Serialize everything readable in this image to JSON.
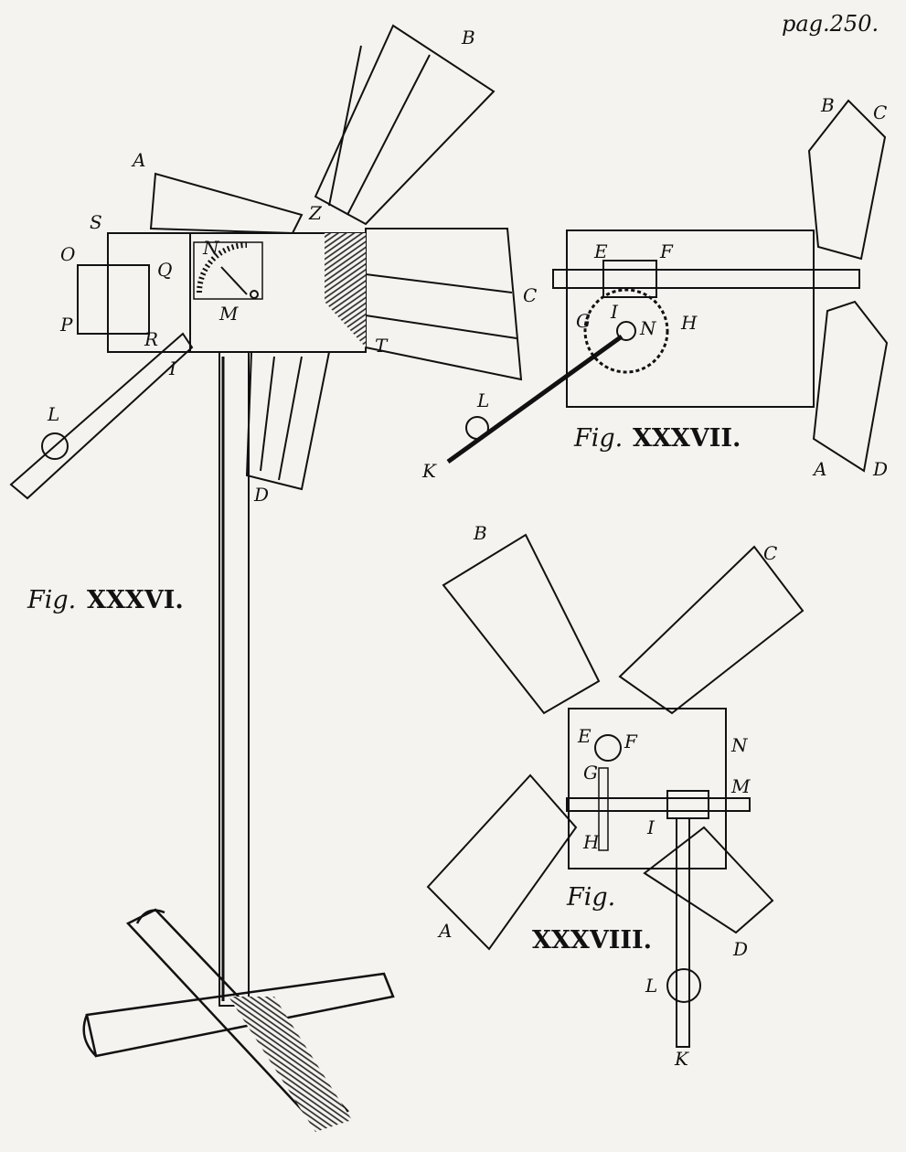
{
  "page_number": "pag.250.",
  "figures": {
    "fig36": {
      "word": "Fig.",
      "numeral": "XXXVI.",
      "labels": {
        "A": "A",
        "B": "B",
        "C": "C",
        "D": "D",
        "Z": "Z",
        "S": "S",
        "O": "O",
        "P": "P",
        "Q": "Q",
        "N": "N",
        "M": "M",
        "R": "R",
        "T": "T",
        "I": "I",
        "L": "L"
      }
    },
    "fig37": {
      "word": "Fig.",
      "numeral": "XXXVII.",
      "labels": {
        "B": "B",
        "C": "C",
        "A": "A",
        "D": "D",
        "E": "E",
        "F": "F",
        "I": "I",
        "N": "N",
        "G": "G",
        "H": "H",
        "L": "L",
        "K": "K"
      }
    },
    "fig38": {
      "word": "Fig.",
      "numeral": "XXXVIII.",
      "labels": {
        "B": "B",
        "C": "C",
        "A": "A",
        "D": "D",
        "E": "E",
        "F": "F",
        "G": "G",
        "H": "H",
        "N": "N",
        "M": "M",
        "I": "I",
        "L": "L",
        "K": "K"
      }
    }
  },
  "colors": {
    "paper": "#f4f3ef",
    "ink": "#111111",
    "hatch": "#3a3a3a"
  }
}
